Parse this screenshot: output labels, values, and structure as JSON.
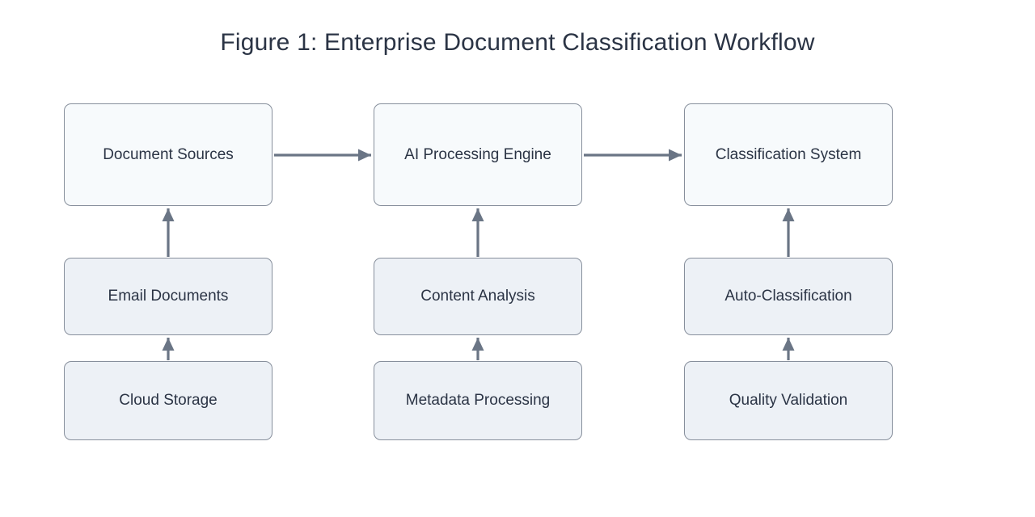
{
  "title": "Figure 1: Enterprise Document Classification Workflow",
  "diagram": {
    "type": "flowchart",
    "nodes": [
      {
        "id": "document-sources",
        "label": "Document Sources"
      },
      {
        "id": "ai-processing-engine",
        "label": "AI Processing Engine"
      },
      {
        "id": "classification-system",
        "label": "Classification System"
      },
      {
        "id": "email-documents",
        "label": "Email Documents"
      },
      {
        "id": "content-analysis",
        "label": "Content Analysis"
      },
      {
        "id": "auto-classification",
        "label": "Auto-Classification"
      },
      {
        "id": "cloud-storage",
        "label": "Cloud Storage"
      },
      {
        "id": "metadata-processing",
        "label": "Metadata Processing"
      },
      {
        "id": "quality-validation",
        "label": "Quality Validation"
      }
    ],
    "edges": [
      {
        "from": "document-sources",
        "to": "ai-processing-engine",
        "direction": "right"
      },
      {
        "from": "ai-processing-engine",
        "to": "classification-system",
        "direction": "right"
      },
      {
        "from": "email-documents",
        "to": "document-sources",
        "direction": "up"
      },
      {
        "from": "cloud-storage",
        "to": "email-documents",
        "direction": "up"
      },
      {
        "from": "content-analysis",
        "to": "ai-processing-engine",
        "direction": "up"
      },
      {
        "from": "metadata-processing",
        "to": "content-analysis",
        "direction": "up"
      },
      {
        "from": "auto-classification",
        "to": "classification-system",
        "direction": "up"
      },
      {
        "from": "quality-validation",
        "to": "auto-classification",
        "direction": "up"
      }
    ]
  },
  "colors": {
    "background": "#ffffff",
    "title_text": "#2b3445",
    "node_text": "#2b3445",
    "node_border": "#878f9c",
    "node_fill_top_row": "#f7fafc",
    "node_fill_lower_rows": "#edf1f6",
    "arrow": "#6a7585"
  }
}
